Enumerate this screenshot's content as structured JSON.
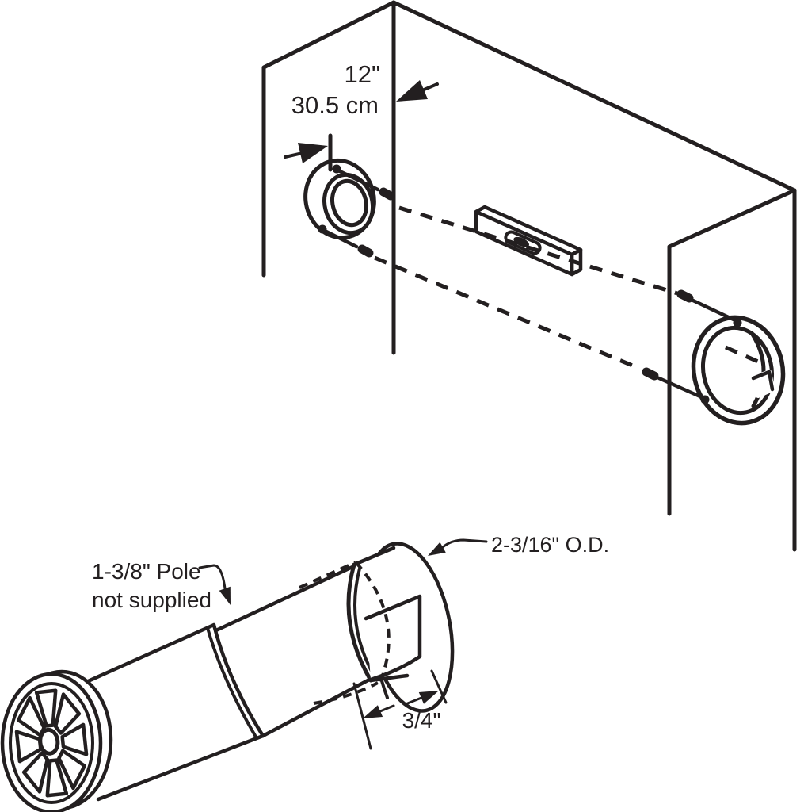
{
  "diagram": {
    "title_semantic": "closet pole socket installation diagram",
    "background_color": "#ffffff",
    "ink_color": "#231f20",
    "top_view": {
      "distance_label_in": "12\"",
      "distance_label_cm": "30.5 cm"
    },
    "bottom_view": {
      "od_label": "2-3/16\" O.D.",
      "pole_label_line1": "1-3/8\" Pole",
      "pole_label_line2": "not supplied",
      "depth_label": "3/4\""
    }
  }
}
